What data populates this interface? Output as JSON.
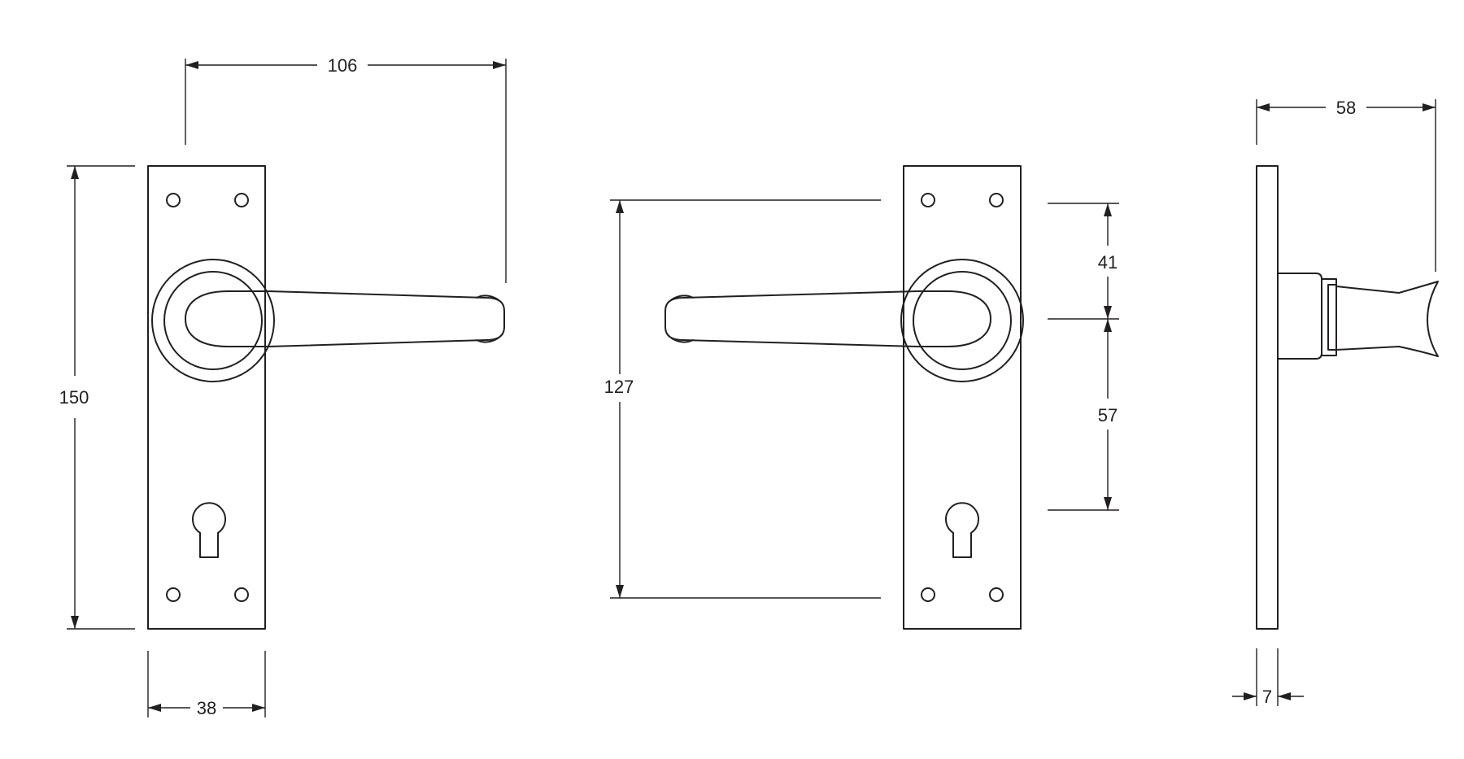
{
  "dimensions": {
    "handle_projection": "106",
    "plate_height": "150",
    "plate_width": "38",
    "fixing_centres": "127",
    "top_to_lever_centre": "41",
    "lever_to_keyhole_centre": "57",
    "side_projection": "58",
    "plate_thickness": "7"
  },
  "colors": {
    "line": "#231f20",
    "background": "#ffffff"
  }
}
